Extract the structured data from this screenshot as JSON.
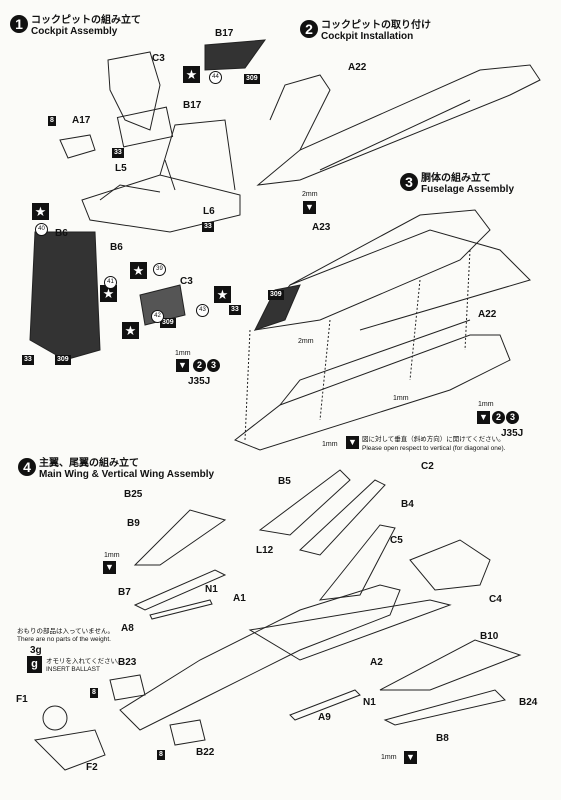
{
  "steps": [
    {
      "num": "1",
      "jp": "コックピットの組み立て",
      "en": "Cockpit Assembly"
    },
    {
      "num": "2",
      "jp": "コックピットの取り付け",
      "en": "Cockpit Installation"
    },
    {
      "num": "3",
      "jp": "胴体の組み立て",
      "en": "Fuselage Assembly"
    },
    {
      "num": "4",
      "jp": "主翼、尾翼の組み立て",
      "en": "Main Wing & Vertical Wing Assembly"
    }
  ],
  "labels": {
    "C3": "C3",
    "B17": "B17",
    "A17": "A17",
    "L5": "L5",
    "L6": "L6",
    "B6": "B6",
    "A22": "A22",
    "A23": "A23",
    "J35J": "J35J",
    "B25": "B25",
    "B9": "B9",
    "B7": "B7",
    "N1": "N1",
    "A1": "A1",
    "A8": "A8",
    "B5": "B5",
    "B4": "B4",
    "C2": "C2",
    "C5": "C5",
    "C4": "C4",
    "L12": "L12",
    "B10": "B10",
    "B24": "B24",
    "B8": "B8",
    "A2": "A2",
    "A9": "A9",
    "B23": "B23",
    "B22": "B22",
    "F1": "F1",
    "F2": "F2"
  },
  "codes": {
    "c8": "8",
    "c33": "33",
    "c309": "309"
  },
  "decals": {
    "d39": "39",
    "d40": "40",
    "d41": "41",
    "d42": "42",
    "d43": "43",
    "d44": "44"
  },
  "dims": {
    "mm1": "1mm",
    "mm2": "2mm"
  },
  "mini_steps": {
    "a": "2",
    "b": "3"
  },
  "notes": {
    "open_jp": "図に対して垂直（斜め方向）に開けてください。",
    "open_en": "Please open respect to vertical (for diagonal one).",
    "weight_jp": "おもりの部品は入っていません。",
    "weight_en": "There are no parts of the weight.",
    "ballast_amount": "3g",
    "ballast_icon": "g",
    "insert_jp": "オモリを入れてください。",
    "insert_en": "INSERT BALLAST"
  },
  "star_glyph": "★"
}
